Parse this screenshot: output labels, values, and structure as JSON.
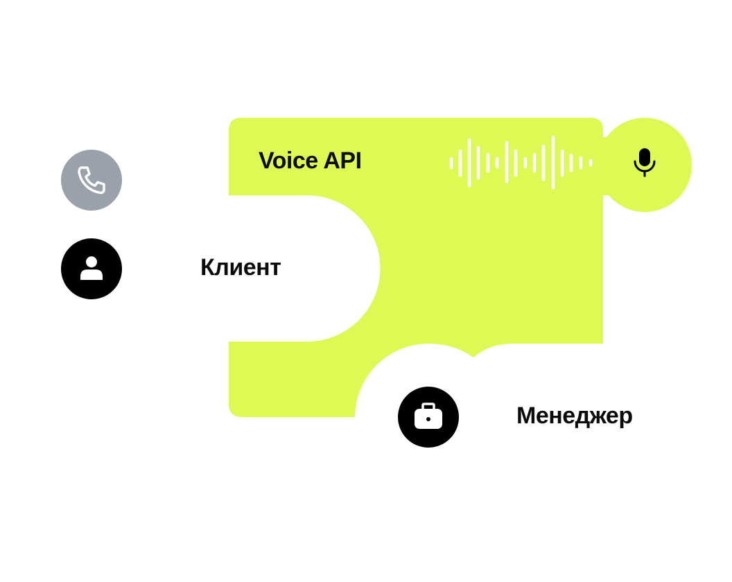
{
  "colors": {
    "accent": "#DEF954",
    "dark": "#000000",
    "muted": "#9AA1AA",
    "background": "#FFFFFF"
  },
  "voice_card": {
    "title": "Voice API",
    "wave_icon": "sound-wave-icon",
    "mic_icon": "microphone-icon"
  },
  "participants": {
    "phone_icon": "phone-icon",
    "client": {
      "label": "Клиент",
      "icon": "user-icon"
    },
    "manager": {
      "label": "Менеджер",
      "icon": "briefcase-icon"
    }
  }
}
